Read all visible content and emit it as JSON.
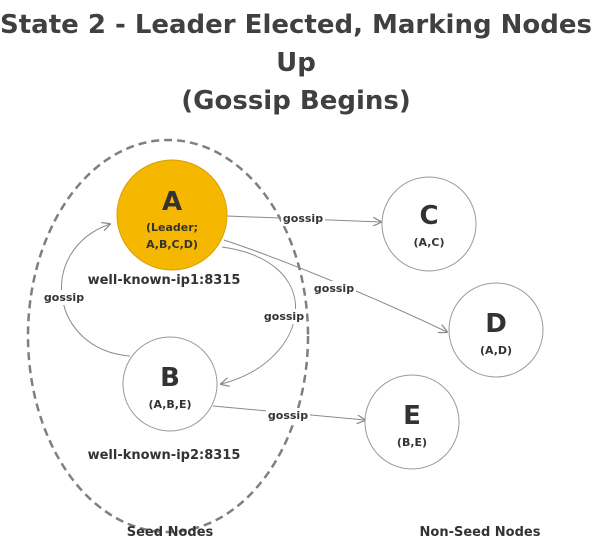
{
  "title": {
    "line1": "State 2 - Leader Elected, Marking Nodes Up",
    "line2": "(Gossip Begins)"
  },
  "nodes": {
    "A": {
      "letter": "A",
      "sub1": "(Leader;",
      "sub2": "A,B,C,D)"
    },
    "B": {
      "letter": "B",
      "sub1": "(A,B,E)"
    },
    "C": {
      "letter": "C",
      "sub1": "(A,C)"
    },
    "D": {
      "letter": "D",
      "sub1": "(A,D)"
    },
    "E": {
      "letter": "E",
      "sub1": "(B,E)"
    }
  },
  "addresses": {
    "A": "well-known-ip1:8315",
    "B": "well-known-ip2:8315"
  },
  "edges": [
    {
      "from": "A",
      "to": "C",
      "label": "gossip"
    },
    {
      "from": "A",
      "to": "D",
      "label": "gossip"
    },
    {
      "from": "A",
      "to": "B",
      "label": "gossip"
    },
    {
      "from": "B",
      "to": "A",
      "label": "gossip"
    },
    {
      "from": "B",
      "to": "E",
      "label": "gossip"
    }
  ],
  "sections": {
    "seed": "Seed Nodes",
    "non_seed": "Non-Seed Nodes"
  },
  "colors": {
    "leader_fill": "#f5b700",
    "node_stroke": "#9a9a9a",
    "edge": "#8a8a8a",
    "text": "#333333"
  }
}
